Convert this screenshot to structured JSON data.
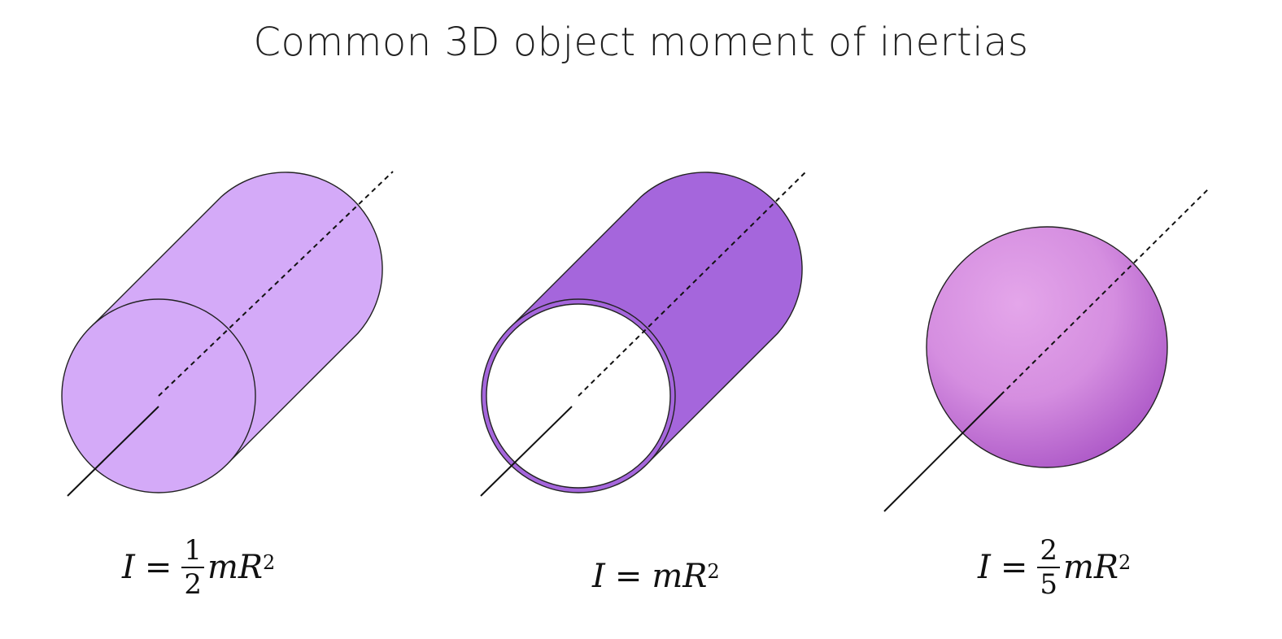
{
  "title": "Common 3D object moment of inertias",
  "colors": {
    "solid_cylinder_fill": "#d4aaf8",
    "hollow_cylinder_fill": "#a566dc",
    "sphere_light": "#e4a6ea",
    "sphere_dark": "#ae5ac8",
    "outline": "#222222",
    "axis": "#111111"
  },
  "objects": [
    {
      "name": "solid cylinder",
      "formula": {
        "lhs": "I",
        "eq": "=",
        "frac_num": "1",
        "frac_den": "2",
        "m": "m",
        "R": "R",
        "exp": "2"
      }
    },
    {
      "name": "hollow cylinder",
      "formula": {
        "lhs": "I",
        "eq": "=",
        "m": "m",
        "R": "R",
        "exp": "2"
      }
    },
    {
      "name": "solid sphere",
      "formula": {
        "lhs": "I",
        "eq": "=",
        "frac_num": "2",
        "frac_den": "5",
        "m": "m",
        "R": "R",
        "exp": "2"
      }
    }
  ]
}
